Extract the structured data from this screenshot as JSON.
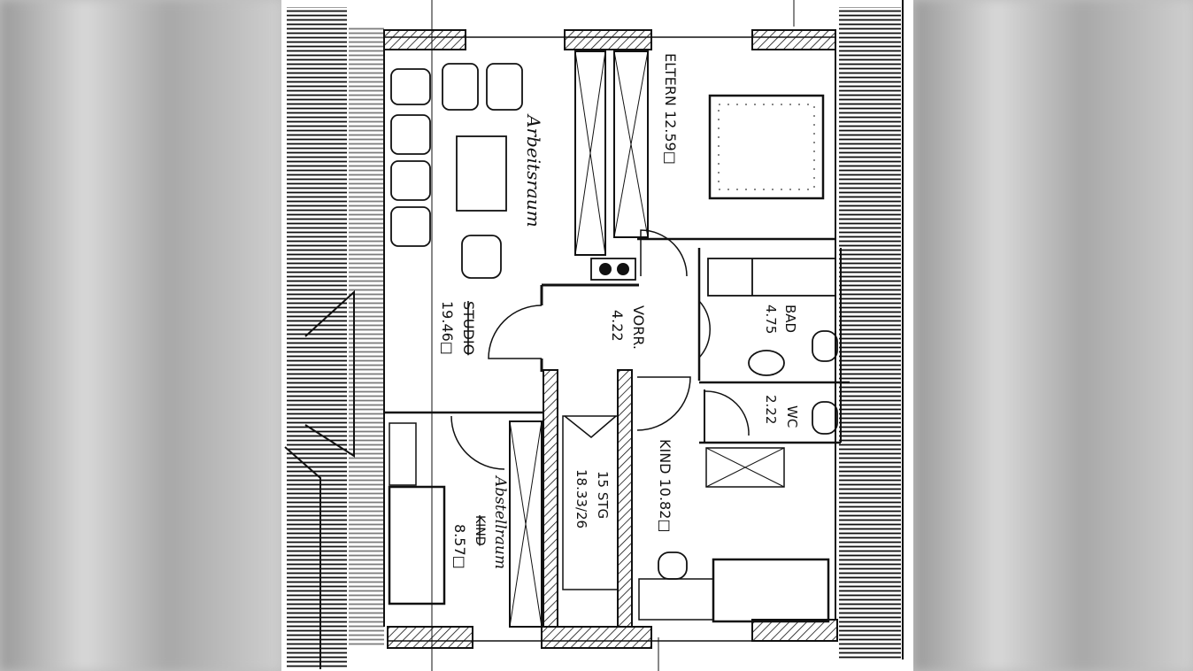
{
  "rooms": {
    "eltern": {
      "name": "ELTERN",
      "area": "12.59□"
    },
    "arbeitsraum": {
      "name": "Arbeitsraum"
    },
    "studio": {
      "name": "STUDIO",
      "area": "19.46□"
    },
    "vorr": {
      "name": "VORR.",
      "area": "4.22"
    },
    "bad": {
      "name": "BAD",
      "area": "4.75"
    },
    "wc": {
      "name": "WC",
      "area": "2.22"
    },
    "kind_right": {
      "name": "KIND",
      "area": "10.82□"
    },
    "stairs": {
      "name": "15 STG",
      "area": "18.33/26"
    },
    "abstellraum": {
      "name": "Abstellraum"
    },
    "kind_left": {
      "name": "KIND",
      "area": "8.57□"
    }
  },
  "colors": {
    "ink": "#111111",
    "paper": "#ffffff",
    "background": "#bfbfbf"
  }
}
